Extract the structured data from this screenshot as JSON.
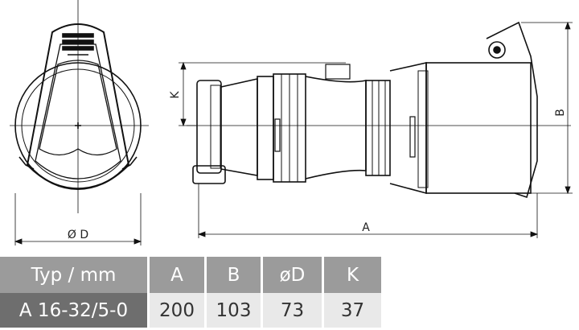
{
  "dimensions": {
    "diameter_label": "Ø D",
    "k_label": "K",
    "b_label": "B",
    "a_label": "A"
  },
  "table": {
    "headers": [
      "Typ / mm",
      "A",
      "B",
      "øD",
      "K"
    ],
    "rows": [
      [
        "A 16-32/5-0",
        "200",
        "103",
        "73",
        "37"
      ]
    ]
  },
  "colors": {
    "header_bg": "#9b9b9b",
    "first_cell_bg": "#6e6e6e",
    "cell_bg": "#e9e9e9"
  }
}
